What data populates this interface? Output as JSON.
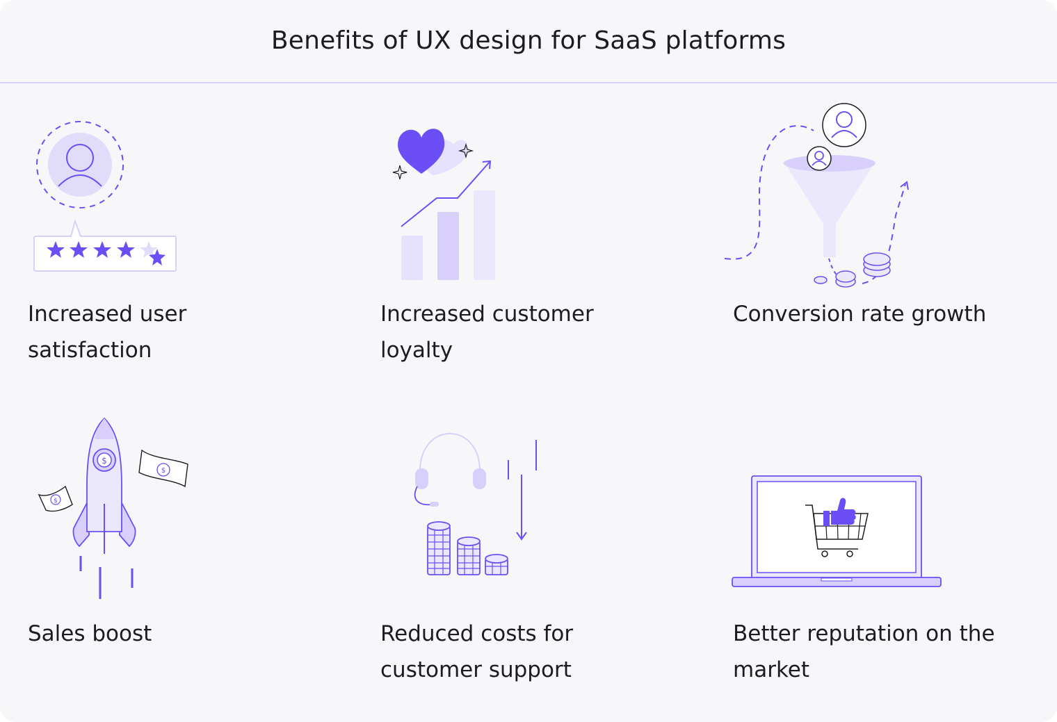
{
  "title": "Benefits of UX design for SaaS platforms",
  "colors": {
    "accent": "#6c4ef6",
    "accent_light": "#d8d0fa",
    "accent_pale": "#ebe7fd",
    "text": "#1c1b22",
    "background": "#f7f7f9",
    "divider": "#d7d2fb"
  },
  "benefits": [
    {
      "icon": "rating-icon",
      "line1": "Increased user",
      "line2": "satisfaction"
    },
    {
      "icon": "loyalty-chart-icon",
      "line1": "Increased customer",
      "line2": "loyalty"
    },
    {
      "icon": "funnel-icon",
      "line1": "Conversion rate growth",
      "line2": ""
    },
    {
      "icon": "rocket-icon",
      "line1": "Sales boost",
      "line2": ""
    },
    {
      "icon": "support-headset-icon",
      "line1": "Reduced costs for",
      "line2": "customer support"
    },
    {
      "icon": "laptop-cart-icon",
      "line1": "Better reputation on the",
      "line2": "market"
    }
  ]
}
